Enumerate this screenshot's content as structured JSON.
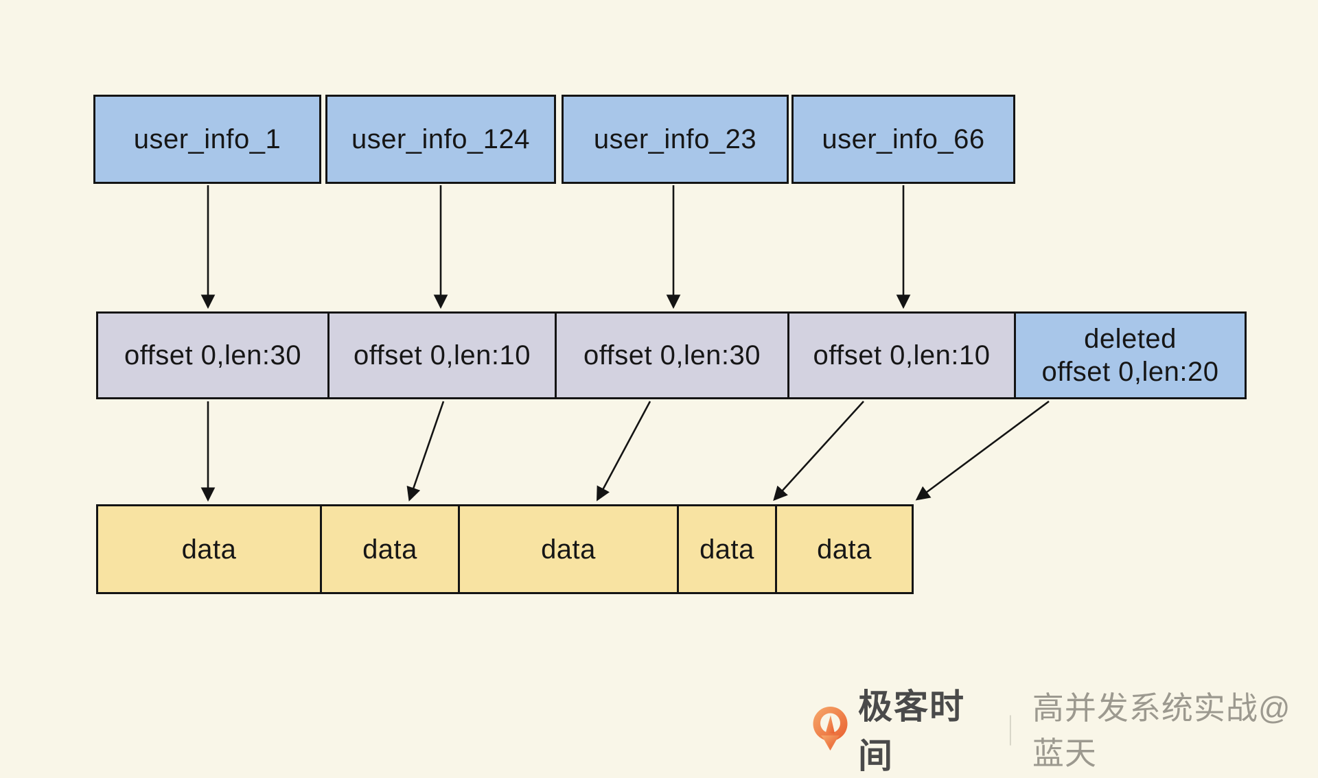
{
  "page": {
    "background": "#f9f6e8",
    "description": "storage index diagram: user_info keys -> offset/len slots -> data segments"
  },
  "colors": {
    "index_box_fill": "#a8c6e9",
    "offset_box_fill": "#d3d2e0",
    "deleted_box_fill": "#a8c6e9",
    "data_box_fill": "#f8e3a2",
    "box_border": "#141414",
    "arrow": "#141414",
    "brand_text": "#4a4a4a",
    "credit_text": "#9c998f",
    "separator_text": "#d6d3c5",
    "logo_orange_light": "#f6a96c",
    "logo_orange_dark": "#e95f2f"
  },
  "diagram": {
    "index_row": [
      "user_info_1",
      "user_info_124",
      "user_info_23",
      "user_info_66"
    ],
    "offset_row": [
      "offset 0,len:30",
      "offset 0,len:10",
      "offset 0,len:30",
      "offset 0,len:10"
    ],
    "deleted_box": {
      "line1": "deleted",
      "line2": "offset 0,len:20"
    },
    "data_row": [
      "data",
      "data",
      "data",
      "data",
      "data"
    ]
  },
  "footer": {
    "brand": "极客时间",
    "separator": "｜",
    "credit": "高并发系统实战@蓝天"
  }
}
